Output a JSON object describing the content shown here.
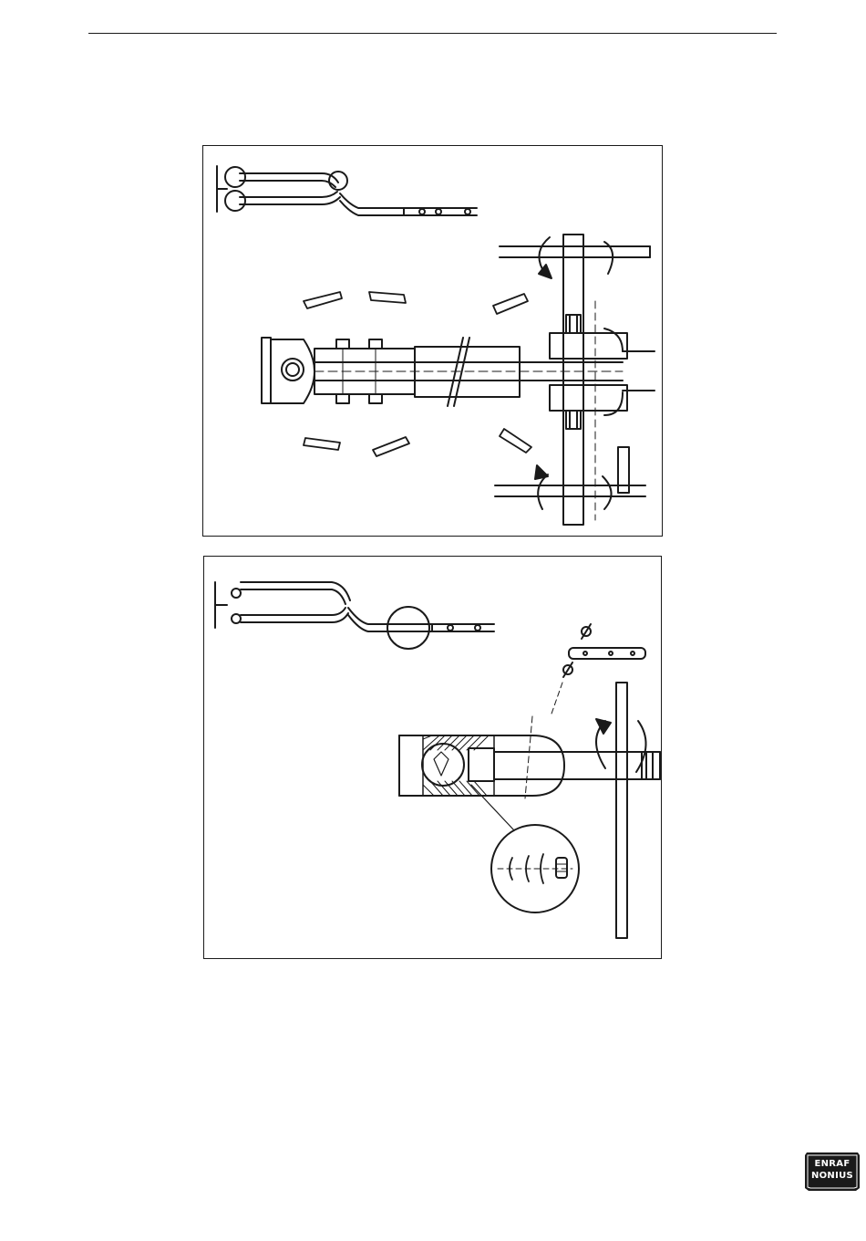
{
  "logo": {
    "line1": "ENRAF",
    "line2": "NONIUS"
  },
  "figures": [
    {
      "icon": "arm-adjustment-diagram"
    },
    {
      "icon": "joint-detail-diagram"
    }
  ],
  "colors": {
    "ink": "#1a1a1a",
    "logo_fill": "#1a1a1a"
  }
}
